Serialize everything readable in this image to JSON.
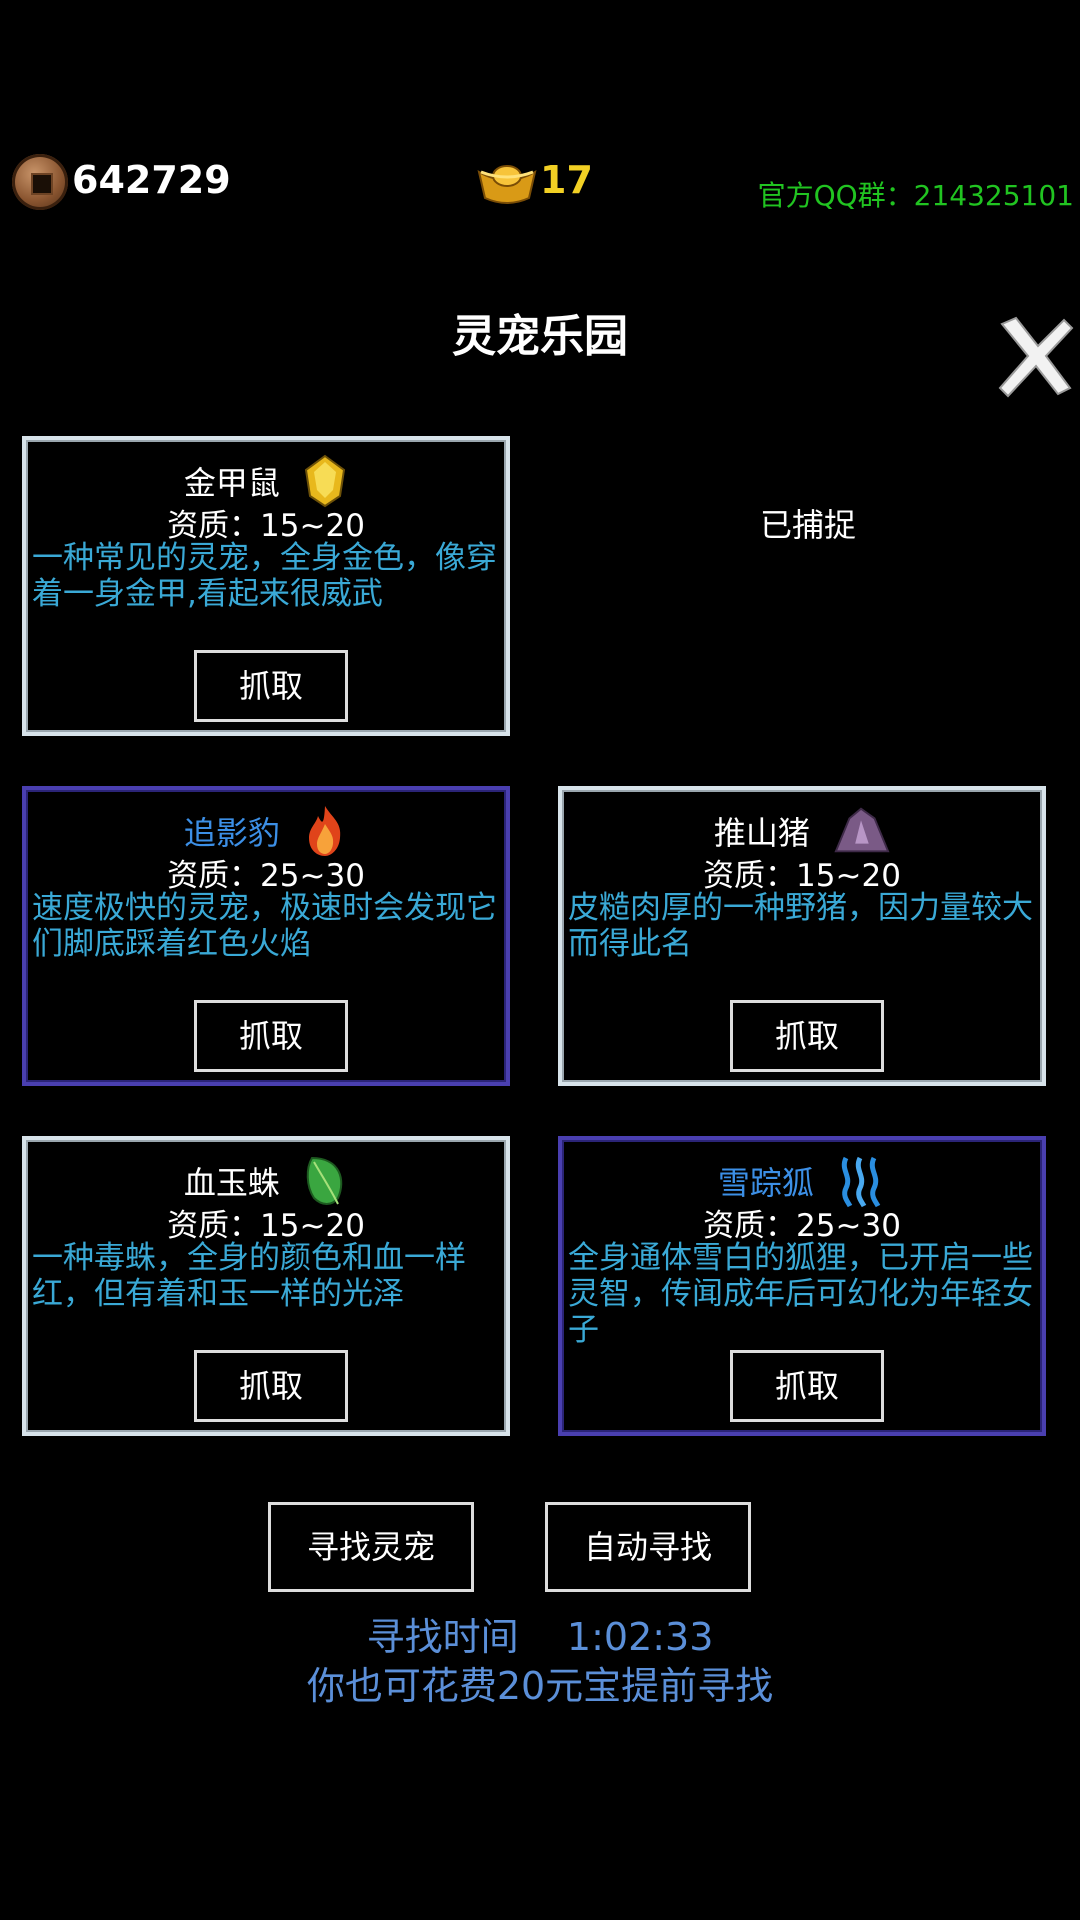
{
  "topbar": {
    "coin_icon": "copper-coin-icon",
    "coins": "642729",
    "ingot_icon": "gold-ingot-icon",
    "ingots": "17",
    "qq_group": "官方QQ群：214325101"
  },
  "title": "灵宠乐园",
  "close_icon": "close-x-icon",
  "caught_label": "已捕捉",
  "pets": [
    {
      "name": "金甲鼠",
      "element_icon": "gold-crystal-icon",
      "quality": "资质：15~20",
      "desc": "一种常见的灵宠，全身金色，像穿着一身金甲,看起来很威武",
      "button": "抓取",
      "rarity": "common"
    },
    {
      "name": "追影豹",
      "element_icon": "fire-icon",
      "quality": "资质：25~30",
      "desc": "速度极快的灵宠，极速时会发现它们脚底踩着红色火焰",
      "button": "抓取",
      "rarity": "rare"
    },
    {
      "name": "推山猪",
      "element_icon": "earth-rock-icon",
      "quality": "资质：15~20",
      "desc": "皮糙肉厚的一种野猪，因力量较大而得此名",
      "button": "抓取",
      "rarity": "common"
    },
    {
      "name": "血玉蛛",
      "element_icon": "leaf-icon",
      "quality": "资质：15~20",
      "desc": "一种毒蛛，全身的颜色和血一样红，但有着和玉一样的光泽",
      "button": "抓取",
      "rarity": "common"
    },
    {
      "name": "雪踪狐",
      "element_icon": "water-wave-icon",
      "quality": "资质：25~30",
      "desc": "全身通体雪白的狐狸，已开启一些灵智，传闻成年后可幻化为年轻女子",
      "button": "抓取",
      "rarity": "rare"
    }
  ],
  "actions": {
    "search": "寻找灵宠",
    "auto_search": "自动寻找"
  },
  "timer_text": "寻找时间    1:02:33",
  "hint_text": "你也可花费20元宝提前寻找",
  "colors": {
    "coin_text": "#ffffff",
    "ingot_text": "#f2d024",
    "qq_text": "#21c421",
    "desc_text": "#3aa9d6",
    "rare_name": "#3c8fe6",
    "rare_border": "#4a3fb0",
    "common_border": "#d7e3ea",
    "footer_text": "#5b8fd8"
  }
}
